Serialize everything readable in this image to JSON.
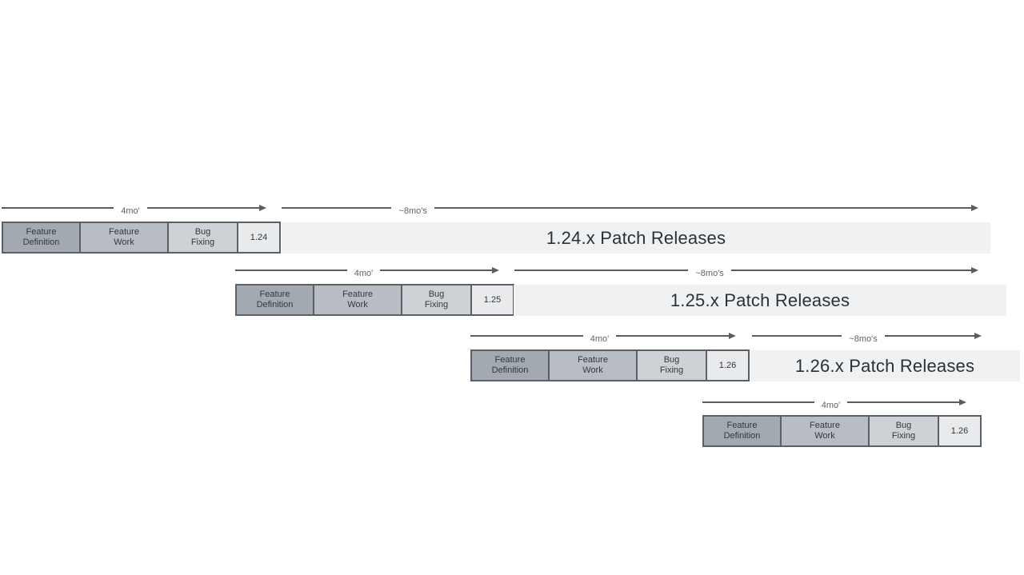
{
  "labels": {
    "cycle_duration": "4mo'",
    "patch_duration": "~8mo's"
  },
  "phases": [
    "Feature\nDefinition",
    "Feature\nWork",
    "Bug\nFixing"
  ],
  "releases": [
    {
      "version": "1.24",
      "patch_label": "1.24.x Patch Releases"
    },
    {
      "version": "1.25",
      "patch_label": "1.25.x Patch Releases"
    },
    {
      "version": "1.26",
      "patch_label": "1.26.x Patch Releases"
    },
    {
      "version": "1.26",
      "patch_label": ""
    }
  ],
  "colors": {
    "feature_definition_fill": "#a3a9b0",
    "feature_work_fill": "#b8bdc3",
    "bug_fixing_fill": "#ced2d6",
    "version_fill": "#e8eaec",
    "patch_bar_fill": "#f0f1f3",
    "box_border": "#5a6066",
    "arrow": "#565d64",
    "arrow_label_text": "#5d646b",
    "box_text": "#33383c",
    "patch_text": "#2c3136"
  }
}
